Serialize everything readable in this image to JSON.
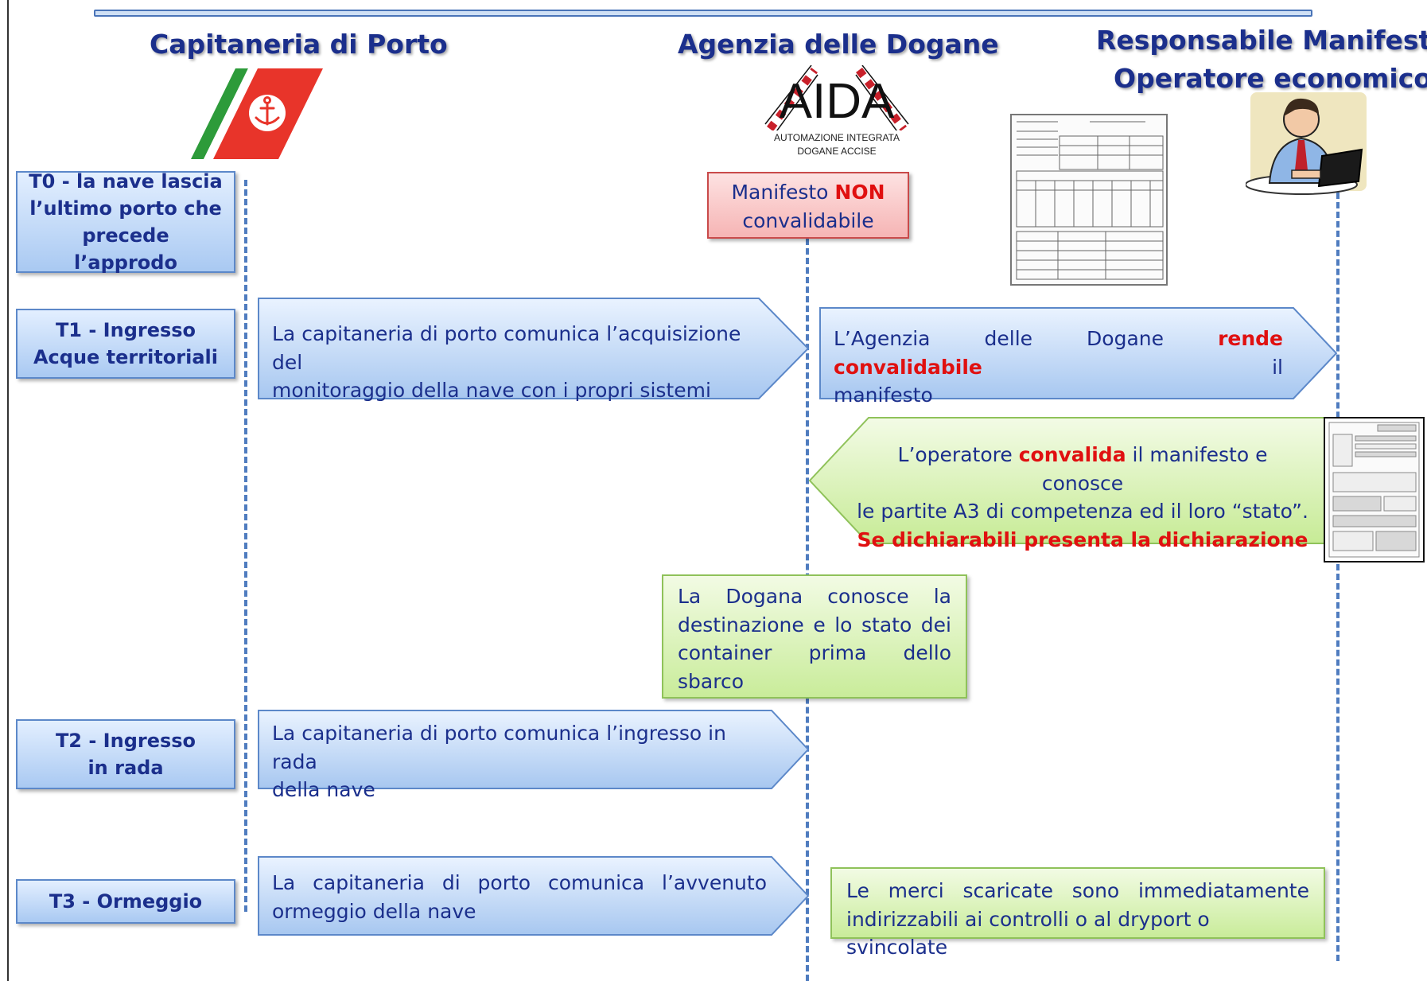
{
  "lanes": {
    "capitaneria": "Capitaneria di Porto",
    "dogane": "Agenzia delle Dogane",
    "manifesto_line1": "Responsabile Manifesto",
    "manifesto_line2": "Operatore economico"
  },
  "aida_logo": {
    "letters": "AIDA",
    "caption_line1": "AUTOMAZIONE INTEGRATA",
    "caption_line2": "DOGANE ACCISE"
  },
  "timeline": {
    "t0": "T0 -  la nave lascia l’ultimo porto che precede l’approdo",
    "t1": "T1 - Ingresso Acque territoriali",
    "t2": "T2 - Ingresso in rada",
    "t3": "T3 - Ormeggio"
  },
  "manifesto_non": {
    "prefix": "Manifesto ",
    "highlight": "NON",
    "suffix": "convalidabile"
  },
  "messages": {
    "cap_t1_line1": "La capitaneria di porto comunica l’acquisizione del",
    "cap_t1_line2": "monitoraggio della nave con i propri sistemi",
    "dog_t1_line1_a": "L’Agenzia delle Dogane ",
    "dog_t1_line1_b": "rende convalidabile",
    "dog_t1_line1_c": " il",
    "dog_t1_line2": "manifesto",
    "op_line1_a": "L’operatore ",
    "op_line1_b": "convalida",
    "op_line1_c": " il manifesto e conosce",
    "op_line2": "le partite A3 di competenza ed il loro “stato”.",
    "op_line3": "Se  dichiarabili presenta la dichiarazione",
    "dogana_line1": "La Dogana conosce la",
    "dogana_line2": "destinazione e lo stato dei",
    "dogana_line3": "container prima dello",
    "dogana_line4": "sbarco",
    "cap_t2_line1": "La capitaneria di porto comunica  l’ingresso in rada",
    "cap_t2_line2": "della nave",
    "cap_t3_line1": "La capitaneria di porto comunica l’avvenuto",
    "cap_t3_line2": "ormeggio della nave",
    "merci_line1": "Le merci scaricate sono immediatamente",
    "merci_line2": "indirizzabili ai controlli o al dryport o svincolate"
  },
  "colors": {
    "title_blue": "#1b2f8c",
    "lifeline_blue": "#4f7cbf",
    "red_highlight": "#e01010",
    "green_box": "#c9ec9a",
    "blue_box": "#a9c9f2",
    "pink_box": "#f6b4b4"
  },
  "icons": [
    "coast-guard-anchor-logo",
    "aida-logo",
    "customs-form-document",
    "businessman-laptop-clipart",
    "manifest-document"
  ]
}
